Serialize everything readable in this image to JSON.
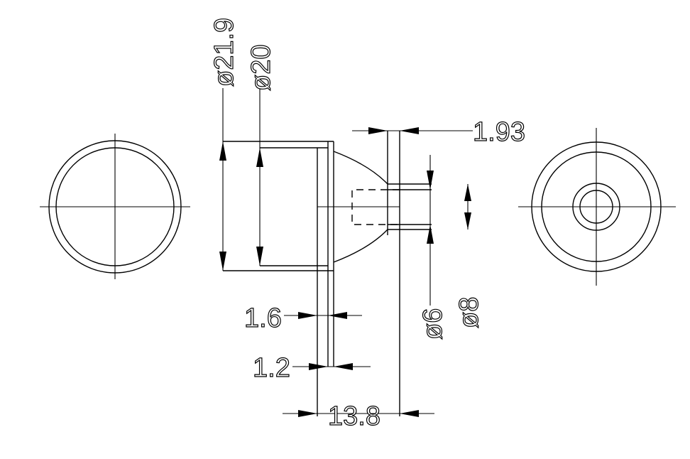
{
  "dimensions": {
    "outer_diameter": "ø21.9",
    "inner_diameter": "ø20",
    "wall_thickness_1": "1.6",
    "wall_thickness_2": "1.2",
    "overall_length": "13.8",
    "step_length": "1.93",
    "tube_inner_diameter": "ø6",
    "tube_outer_diameter": "ø8"
  },
  "colors": {
    "line": "#000000",
    "background": "#ffffff"
  }
}
